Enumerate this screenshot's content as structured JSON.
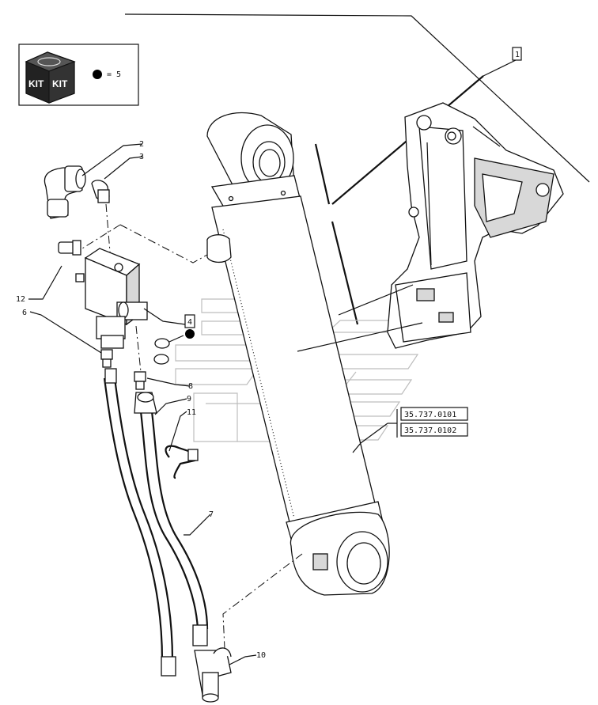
{
  "legend": {
    "kit_text_left": "KIT",
    "kit_text_right": "KIT",
    "equals_text": "= 5"
  },
  "callouts": {
    "c1": "1",
    "c2": "2",
    "c3": "3",
    "c4": "4",
    "c6": "6",
    "c7": "7",
    "c8": "8",
    "c9": "9",
    "c10": "10",
    "c11": "11",
    "c12": "12"
  },
  "references": {
    "ref_a": "35.737.0101",
    "ref_b": "35.737.0102"
  },
  "colors": {
    "ink": "#111111",
    "paper": "#ffffff",
    "ghost": "#bdbdbd",
    "dot": "#000000"
  }
}
